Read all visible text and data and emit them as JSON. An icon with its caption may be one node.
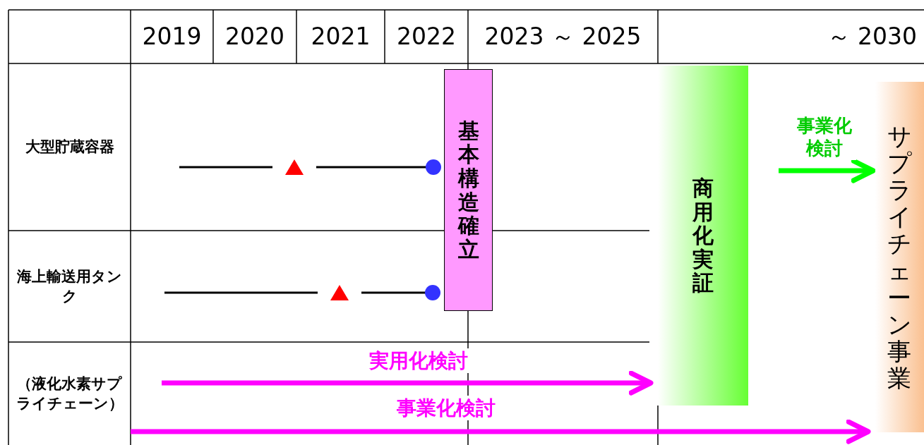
{
  "diagram": {
    "nodes": [
      {
        "text": [
          "基本構造確立"
        ]
      },
      {
        "text": [
          "商用化実証"
        ]
      },
      {
        "text": [
          "サプライチェーン事業"
        ]
      }
    ],
    "edges": [
      {
        "from": null,
        "to": 2,
        "arrow": "to",
        "label": "事業化検討",
        "color": "#00ff00"
      },
      {
        "from": null,
        "to": 1,
        "arrow": "to",
        "label": "実用化検討"
      },
      {
        "from": null,
        "to": 2,
        "arrow": "to",
        "label": "事業化検討"
      }
    ],
    "labels": [
      "2019",
      "2020",
      "2021",
      "2022",
      "2023 ～ 2025",
      "～ 2030",
      "大型貯蔵容器",
      "海上輸送用タンク",
      "（液化水素サプライチェーン）"
    ]
  }
}
